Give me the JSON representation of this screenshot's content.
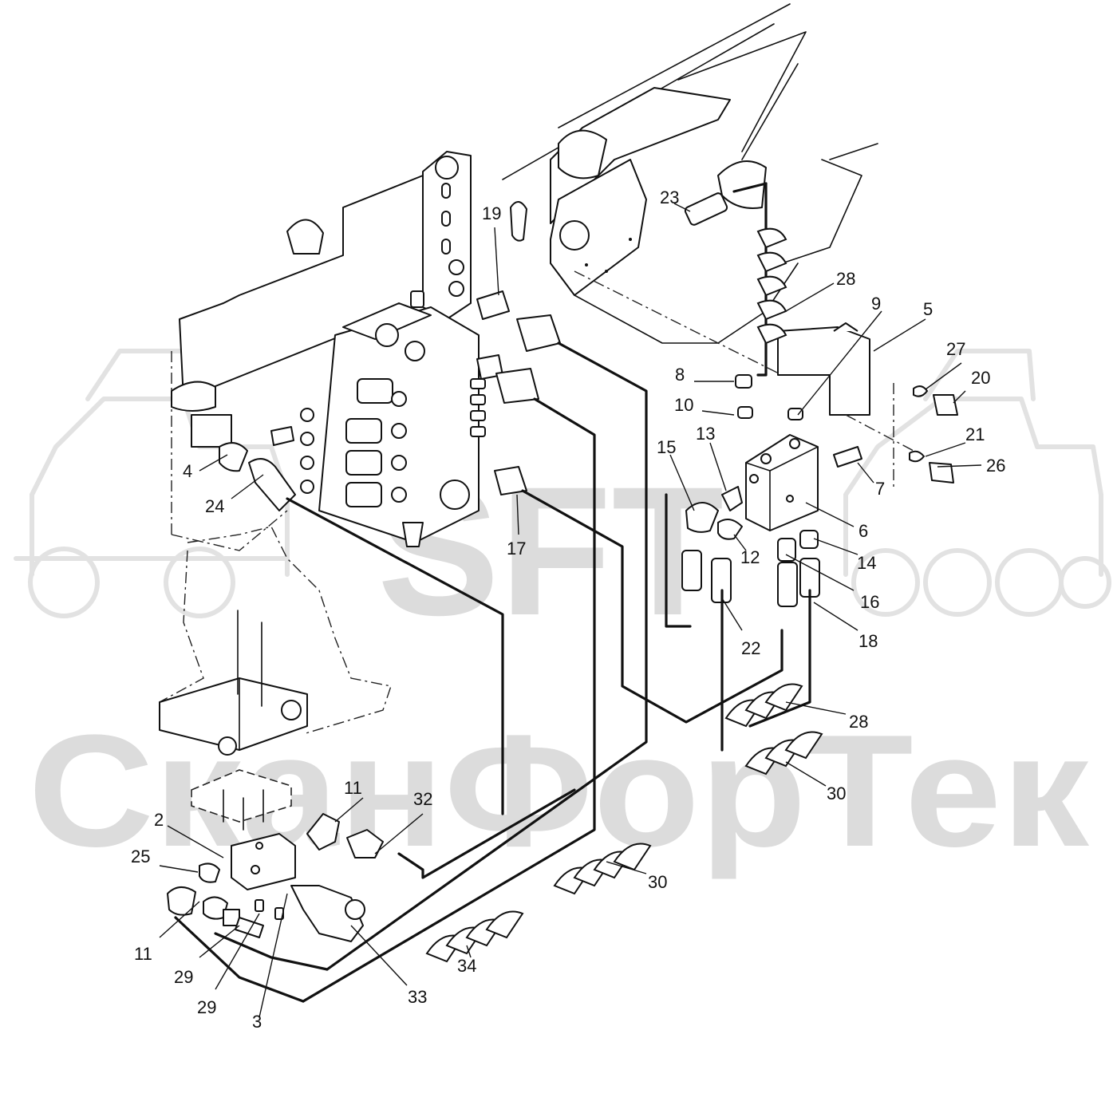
{
  "watermark": {
    "logo_text": "SFT",
    "brand_text": "СканФорТек"
  },
  "callouts": [
    {
      "id": "c2",
      "label": "2"
    },
    {
      "id": "c3",
      "label": "3"
    },
    {
      "id": "c4",
      "label": "4"
    },
    {
      "id": "c5",
      "label": "5"
    },
    {
      "id": "c6",
      "label": "6"
    },
    {
      "id": "c7",
      "label": "7"
    },
    {
      "id": "c8",
      "label": "8"
    },
    {
      "id": "c9",
      "label": "9"
    },
    {
      "id": "c10",
      "label": "10"
    },
    {
      "id": "c11a",
      "label": "11"
    },
    {
      "id": "c11b",
      "label": "11"
    },
    {
      "id": "c12",
      "label": "12"
    },
    {
      "id": "c13",
      "label": "13"
    },
    {
      "id": "c14",
      "label": "14"
    },
    {
      "id": "c15",
      "label": "15"
    },
    {
      "id": "c16",
      "label": "16"
    },
    {
      "id": "c17",
      "label": "17"
    },
    {
      "id": "c18",
      "label": "18"
    },
    {
      "id": "c19",
      "label": "19"
    },
    {
      "id": "c20",
      "label": "20"
    },
    {
      "id": "c21",
      "label": "21"
    },
    {
      "id": "c22",
      "label": "22"
    },
    {
      "id": "c23",
      "label": "23"
    },
    {
      "id": "c24",
      "label": "24"
    },
    {
      "id": "c25",
      "label": "25"
    },
    {
      "id": "c26",
      "label": "26"
    },
    {
      "id": "c27",
      "label": "27"
    },
    {
      "id": "c28a",
      "label": "28"
    },
    {
      "id": "c28b",
      "label": "28"
    },
    {
      "id": "c29a",
      "label": "29"
    },
    {
      "id": "c29b",
      "label": "29"
    },
    {
      "id": "c30a",
      "label": "30"
    },
    {
      "id": "c30b",
      "label": "30"
    },
    {
      "id": "c32",
      "label": "32"
    },
    {
      "id": "c33",
      "label": "33"
    },
    {
      "id": "c34",
      "label": "34"
    }
  ],
  "colors": {
    "line": "#111111",
    "watermark": "#dcdcdc",
    "background": "#ffffff"
  }
}
